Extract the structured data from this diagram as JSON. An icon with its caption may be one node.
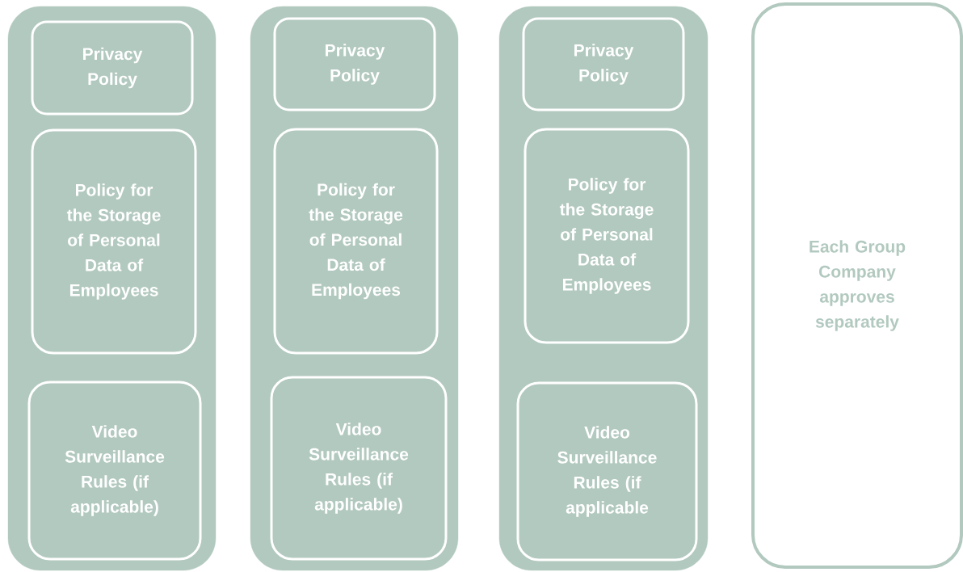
{
  "diagram": {
    "nodes": [
      {
        "text": [],
        "shape": "box"
      },
      {
        "text": [
          "Privacy Policy"
        ],
        "in": 0
      },
      {
        "text": [
          "Policy for the Storage of Personal Data of Employees"
        ],
        "in": 0
      },
      {
        "text": [
          "Video Surveillance Rules (if applicable)"
        ],
        "in": 0
      },
      {
        "text": [],
        "shape": "box"
      },
      {
        "text": [
          "Privacy Policy"
        ],
        "in": 4
      },
      {
        "text": [
          "Policy for the Storage of Personal Data of Employees"
        ],
        "in": 4
      },
      {
        "text": [
          "Video Surveillance Rules (if applicable)"
        ],
        "in": 4
      },
      {
        "text": [],
        "shape": "box"
      },
      {
        "text": [
          "Privacy Policy"
        ],
        "in": 8
      },
      {
        "text": [
          "Policy for the Storage of Personal Data of Employees"
        ],
        "in": 8
      },
      {
        "text": [
          "Video Surveillance Rules (if applicable"
        ],
        "in": 8
      },
      {
        "text": [
          "Each Group Company approves separately"
        ]
      }
    ]
  }
}
